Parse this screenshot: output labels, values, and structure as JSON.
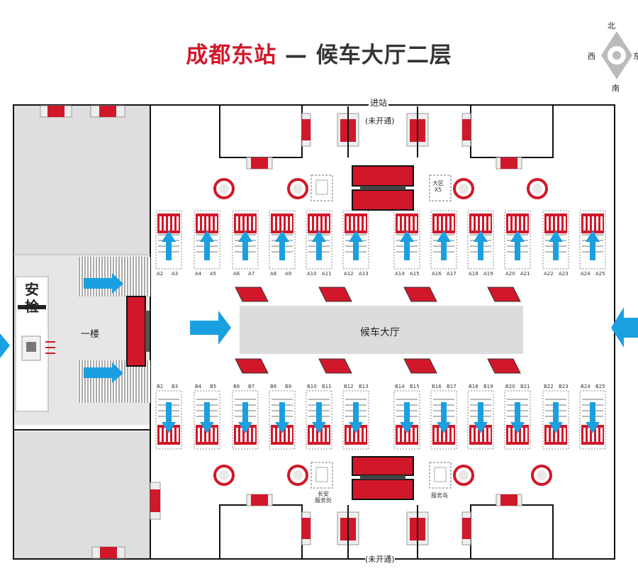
{
  "title": {
    "station": "成都东站",
    "dash": "—",
    "subtitle": "候车大厅二层"
  },
  "compass": {
    "north": "北",
    "south": "南",
    "west": "西",
    "east": "东"
  },
  "labels": {
    "entrance_top": "进站",
    "entrance_top_status": "(未开通)",
    "exit_bottom_status": "(未开通)",
    "security": "安检",
    "first_floor": "一楼",
    "waiting_hall": "候车大厅",
    "desk_top": "大区\nX5",
    "desk_bottom_left": "长安\n服务处",
    "desk_bottom_right": "服务岛"
  },
  "gates_top": [
    "A2",
    "A3",
    "A4",
    "A5",
    "A6",
    "A7",
    "A8",
    "A9",
    "A10",
    "A11",
    "A12",
    "A13",
    "A14",
    "A15",
    "A16",
    "A17",
    "A18",
    "A19",
    "A20",
    "A21",
    "A22",
    "A23",
    "A24",
    "A25"
  ],
  "gates_bottom": [
    "B2",
    "B3",
    "B4",
    "B5",
    "B6",
    "B7",
    "B8",
    "B9",
    "B10",
    "B11",
    "B12",
    "B13",
    "B14",
    "B15",
    "B16",
    "B17",
    "B18",
    "B19",
    "B20",
    "B21",
    "B22",
    "B23",
    "B24",
    "B25"
  ],
  "colors": {
    "red": "#d1182a",
    "blue": "#1aa0e0",
    "gray": "#d8d8d8",
    "hall": "#dcdcdc"
  }
}
